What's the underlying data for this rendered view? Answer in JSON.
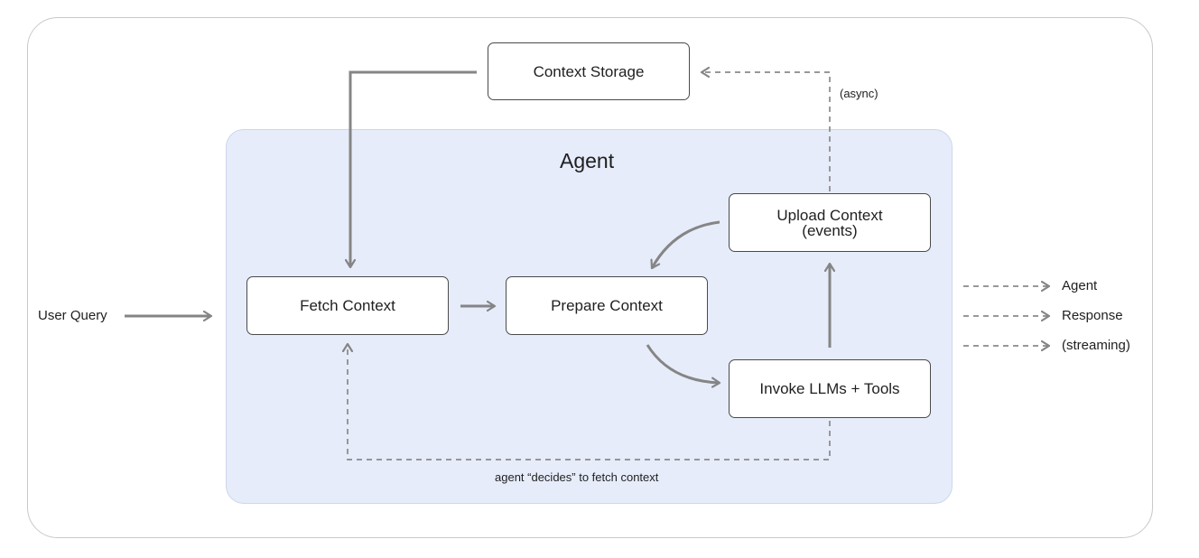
{
  "nodes": {
    "context_storage": "Context Storage",
    "fetch_context": "Fetch Context",
    "prepare_context": "Prepare Context",
    "upload_context_line1": "Upload Context",
    "upload_context_line2": "(events)",
    "invoke_llms": "Invoke LLMs + Tools"
  },
  "group": {
    "title": "Agent"
  },
  "edge_labels": {
    "async": "(async)",
    "agent_decides": "agent “decides” to fetch context"
  },
  "input": {
    "label": "User Query"
  },
  "output": {
    "lines": [
      "Agent",
      "Response",
      "(streaming)"
    ]
  },
  "colors": {
    "agent_panel": "#e6ecfa",
    "arrow": "#858585",
    "box_border": "#4a4a4a"
  }
}
